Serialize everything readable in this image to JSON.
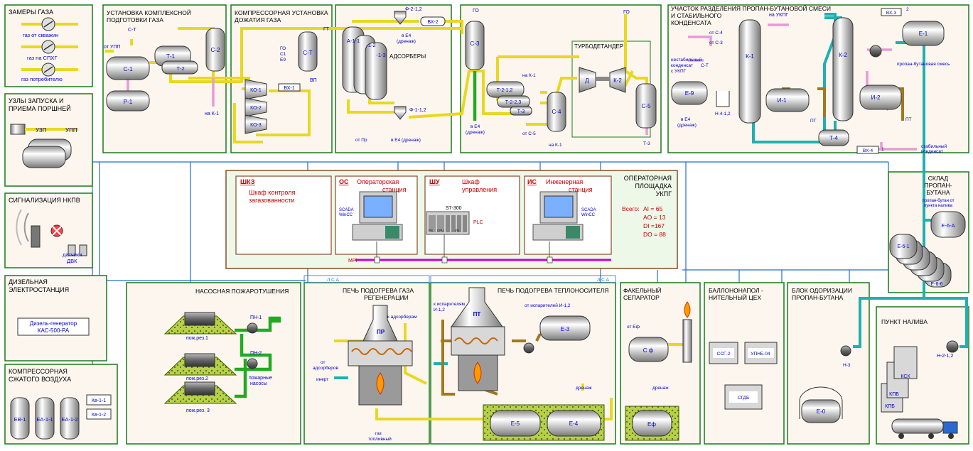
{
  "colors": {
    "panel_fill": "#fdf6ee",
    "panel_border": "#1a7a1a",
    "blue_line": "#1e6fd0",
    "yellow_pipe": "#f0e020",
    "pink_pipe": "#e89ad8",
    "teal_pipe": "#20b0b0",
    "green_pipe": "#22aa22",
    "brown_pipe": "#a07820",
    "label_blue": "#0000cc",
    "control_fill": "#eef8e8",
    "control_border": "#8a4a2a",
    "red_title": "#cc0000",
    "magenta_bus": "#cc00cc"
  },
  "gas_metering": {
    "title": "ЗАМЕРЫ ГАЗА",
    "l1": "газ от скважин",
    "l2": "газ на СПХГ",
    "l3": "газ потребителю"
  },
  "pig_units": {
    "title1": "УЗЛЫ ЗАПУСКА И",
    "title2": "ПРИЕМА ПОРШНЕЙ",
    "uzp": "УЗП",
    "upp": "УПП"
  },
  "nkpv": {
    "title": "СИГНАЛИЗАЦИЯ НКПВ",
    "s1": "датчики",
    "s2": "ДВК"
  },
  "diesel": {
    "title1": "ДИЗЕЛЬНАЯ",
    "title2": "ЭЛЕКТРОСТАНЦИЯ",
    "gen1": "Дизель-генератор",
    "gen2": "КАС-500-РА"
  },
  "air": {
    "title1": "КОМПРЕССОРНАЯ",
    "title2": "СЖАТОГО ВОЗДУХА",
    "ev1": "ЕВ-1",
    "ea11": "ЕА-1-1",
    "ea12": "ЕА-1-2",
    "kv11": "Кв-1-1",
    "kv12": "Кв-1-2"
  },
  "ukpg": {
    "title1": "УСТАНОВКА КОМПЛЕКСНОЙ",
    "title2": "ПОДГОТОВКИ ГАЗА",
    "ct": "С-Т",
    "from_upp": "от УПП",
    "c1": "С-1",
    "p1": "Р-1",
    "t1": "Т-1",
    "t2": "Т-2",
    "c2": "С-2",
    "to_k1": "на К-1"
  },
  "compressor": {
    "title1": "КОМПРЕССОРНАЯ УСТАНОВКА",
    "title2": "ДОЖАТИЯ ГАЗА",
    "gt": "ГТ",
    "go": "ГО",
    "c1": "С1",
    "e9": "Е9",
    "ct": "С-Т",
    "vp": "ВП",
    "ko1": "КО-1",
    "ko2": "КО-2",
    "ko3": "КО-3",
    "vh1": "ВХ-1"
  },
  "adsorbers": {
    "f2": "Ф-2-1,2",
    "to_e4": "в Е4",
    "drain": "(дренаж)",
    "vh2": "ВХ-2",
    "a11": "А-1-1",
    "a12": "-1-2",
    "a13": "-1-3",
    "title": "АДСОРБЕРЫ",
    "f1": "Ф-1-1,2",
    "from_pr": "от Пр",
    "to_e4_drain": "в Е4 (дренаж)"
  },
  "turbo": {
    "go1": "ГО",
    "go2": "ГО",
    "c3": "С-3",
    "title": "ТУРБОДЕТАНДЕР",
    "d": "Д",
    "k2": "К-2",
    "t212": "Т-2-1,2",
    "t223": "Т-2-2,3",
    "t3": "Т-3",
    "c4": "С-4",
    "c5": "С-5",
    "to_k1a": "на К-1",
    "to_k1b": "на К-1",
    "from_c5": "от С-5",
    "to_e4": "в Е4",
    "drain": "(дренаж)",
    "t3b": "Т-3"
  },
  "separation": {
    "title1": "УЧАСТОК РАЗДЕЛЕНИЯ ПРОПАН-БУТАНОВОЙ СМЕСИ",
    "title2": "И СТАБИЛЬНОГО",
    "title3": "КОНДЕНСАТА",
    "to_ukpg": "на УКПГ",
    "from_c4": "от С-4",
    "from_c3": "от С-3",
    "unstable1": "нестабильный",
    "unstable2": "конденсат",
    "unstable3": "с УКПГ",
    "ct": "С-Т",
    "e9": "Е-9",
    "to_e4": "в Е4",
    "drain": "(дренаж)",
    "h412": "Н-4-1,2",
    "k1": "К-1",
    "i1": "И-1",
    "pt1": "ПТ",
    "k2": "К-2",
    "i2": "И-2",
    "pt2": "ПТ",
    "vh3": "ВХ-3",
    "e1": "Е-1",
    "pb_mix": "пропан-бутановая смесь",
    "t4": "Т-4",
    "vh4": "ВХ-4",
    "stable1": "стабильный",
    "stable2": "конденсат",
    "n1": "1",
    "n2": "2"
  },
  "control": {
    "shkz_code": "ШКЗ",
    "shkz1": "Шкаф контроля",
    "shkz2": "загазованности",
    "os_code": "ОС",
    "os1": "Операторская",
    "os2": "станция",
    "scada1": "SCADA",
    "wincc1": "WinCC",
    "shu_code": "ШУ",
    "shu1": "Шкаф",
    "shu2": "управления",
    "s7": "S7-300",
    "plc": "PLC",
    "ps": "PS",
    "cpu": "CPU",
    "io": "I/O",
    "is_code": "ИС",
    "is1": "Инженерная",
    "is2": "станция",
    "scada2": "SCADA",
    "wincc2": "WinCC",
    "area1": "ОПЕРАТОРНАЯ",
    "area2": "ПЛОЩАДКА",
    "area3": "УКПГ",
    "total": "Всего:",
    "ai": "AI  =  65",
    "ao": "AO  =  13",
    "di": "DI  =167",
    "do": "DO  =  88",
    "mpi": "MPI"
  },
  "pump_fire": {
    "title": "НАСОСНАЯ ПОЖАРОТУШЕНИЯ",
    "r1": "пож.рез.1",
    "r2": "пож.рез.2",
    "r3": "пож.рез. 3",
    "pn1": "ПН-1",
    "pn2": "ПН-2",
    "fp1": "пожарные",
    "fp2": "насосы"
  },
  "regen_heater": {
    "lsa": "Л С А",
    "title1": "ПЕЧЬ ПОДОГРЕВА ГАЗА",
    "title2": "РЕГЕНЕРАЦИИ",
    "to_ads": "к адсорберам",
    "pr": "ПР",
    "from1": "от",
    "from2": "адсорберов",
    "inert": "инерт",
    "fuel1": "газ",
    "fuel2": "топливный"
  },
  "heat_carrier": {
    "lsa": "Л С А",
    "title": "ПЕЧЬ ПОДОГРЕВА ТЕПЛОНОСИТЕЛЯ",
    "to_evap1": "к испарителям",
    "to_evap2": "И-1,2",
    "pt": "ПТ",
    "from_evap": "от испарителей И-1,2",
    "e3": "Е-3",
    "drain": "дренаж",
    "e5": "Е-5",
    "e4": "Е-4"
  },
  "flare": {
    "title1": "ФАКЕЛЬНЫЙ",
    "title2": "СЕПАРАТОР",
    "from_ef": "от Еф",
    "cf": "С ф",
    "drain": "дренаж",
    "ef": "Еф"
  },
  "cylinder": {
    "title1": "БАЛЛОНОНАПОЛ -",
    "title2": "НИТЕЛЬНЫЙ  ЦЕХ",
    "ssg2": "ССГ-2",
    "upnb": "УПНБ-04",
    "sgdb": "СГДБ"
  },
  "odor": {
    "title1": "БЛОК ОДОРИЗАЦИИ",
    "title2": "ПРОПАН-БУТАНА",
    "h3": "Н-3",
    "e0": "Е-0"
  },
  "storage": {
    "title1": "СКЛАД",
    "title2": "ПРОПАН-",
    "title3": "БУТАНА",
    "note1": "пропан-бутан от",
    "note2": "пункта налива",
    "e6a": "Е-6-А",
    "e61": "Е-6-1",
    "e66": "Е-6-6"
  },
  "loading": {
    "title": "ПУНКТ НАЛИВА",
    "h212": "Н-2-1,2",
    "ksk": "КСК",
    "kpb1": "КПБ",
    "kpb2": "КПБ"
  }
}
